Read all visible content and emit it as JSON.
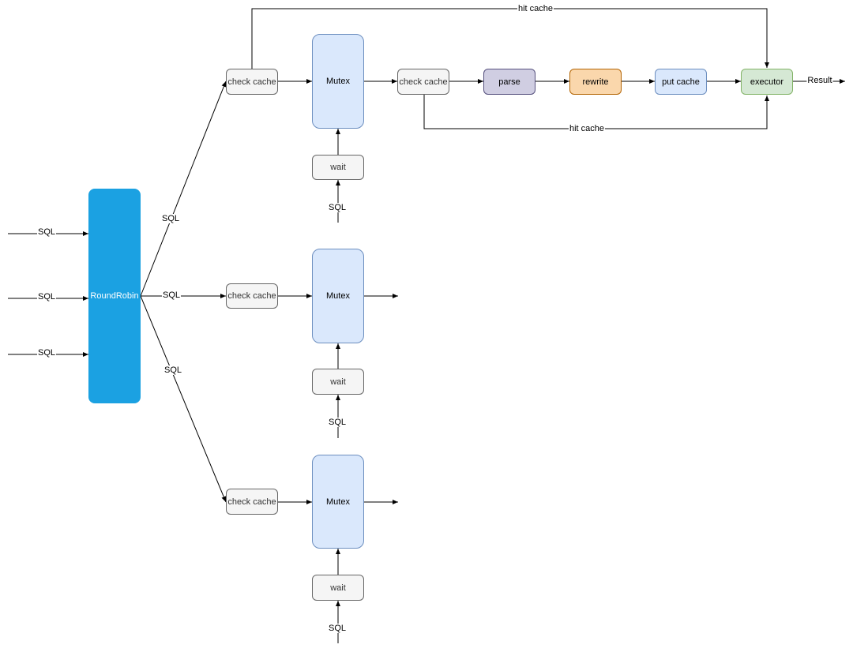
{
  "diagram": {
    "roundrobin": "RoundRobin",
    "check_cache": "check cache",
    "mutex": "Mutex",
    "wait": "wait",
    "parse": "parse",
    "rewrite": "rewrite",
    "put_cache": "put cache",
    "executor": "executor",
    "edge_sql": "SQL",
    "edge_hit_cache": "hit cache",
    "edge_result": "Result"
  },
  "colors": {
    "roundrobin_fill": "#1ba1e2",
    "mutex_fill": "#dae8fc",
    "parse_fill": "#d0cee2",
    "rewrite_fill": "#fad7ac",
    "put_cache_fill": "#dae8fc",
    "executor_fill": "#d5e8d4",
    "check_cache_fill": "#f5f5f5"
  }
}
